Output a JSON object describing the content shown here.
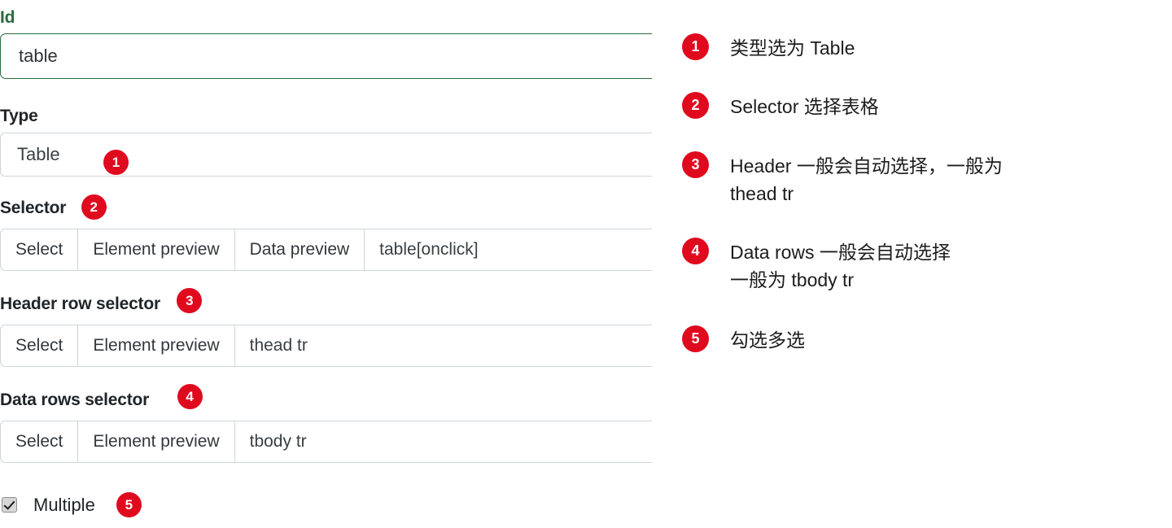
{
  "form": {
    "id_field": {
      "label": "Id",
      "value": "table",
      "placeholder": "Id"
    },
    "type_field": {
      "label": "Type",
      "value": "Table",
      "badge": "1"
    },
    "selector_field": {
      "label": "Selector",
      "badge": "2",
      "select_button": "Select",
      "element_preview_button": "Element preview",
      "data_preview_button": "Data preview",
      "value": "table[onclick]",
      "placeholder": "Selector"
    },
    "header_row_selector_field": {
      "label": "Header row selector",
      "badge": "3",
      "select_button": "Select",
      "element_preview_button": "Element preview",
      "value": "thead tr",
      "placeholder": "Header row selector"
    },
    "data_rows_selector_field": {
      "label": "Data rows selector",
      "badge": "4",
      "select_button": "Select",
      "element_preview_button": "Element preview",
      "value": "tbody tr",
      "placeholder": "Data rows selector"
    },
    "multiple_checkbox": {
      "label": "Multiple",
      "badge": "5",
      "checked": true
    }
  },
  "annotations": [
    {
      "number": "1",
      "text": "类型选为 Table"
    },
    {
      "number": "2",
      "text": "Selector 选择表格"
    },
    {
      "number": "3",
      "text": "Header 一般会自动选择，一般为\nthead tr"
    },
    {
      "number": "4",
      "text": "Data rows 一般会自动选择\n一般为 tbody tr"
    },
    {
      "number": "5",
      "text": "勾选多选"
    }
  ],
  "colors": {
    "badge_red": "#e00a1e",
    "focus_green": "#2c6b3f",
    "border_gray": "#ced4da",
    "background": "#ffffff"
  }
}
